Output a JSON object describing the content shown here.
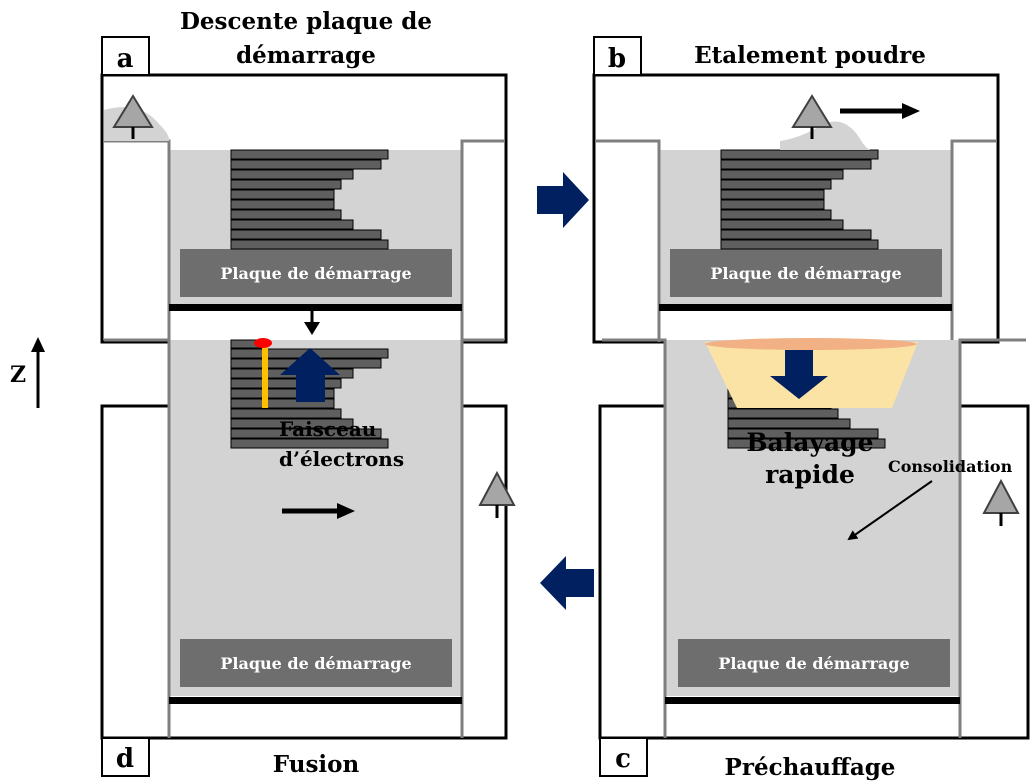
{
  "panels": {
    "a": {
      "letter": "a",
      "title_line1": "Descente plaque de",
      "title_line2": "démarrage",
      "plate": "Plaque de démarrage"
    },
    "b": {
      "letter": "b",
      "title": "Etalement poudre",
      "plate": "Plaque de démarrage"
    },
    "c": {
      "letter": "c",
      "title": "Préchauffage",
      "plate": "Plaque de démarrage",
      "beam_line1": "Balayage",
      "beam_line2": "rapide",
      "consolidation": "Consolidation"
    },
    "d": {
      "letter": "d",
      "title": "Fusion",
      "plate": "Plaque de démarrage",
      "beam_line1": "Faisceau",
      "beam_line2": "d’électrons"
    }
  },
  "axis": {
    "label": "Z"
  },
  "colors": {
    "powder": "#d3d3d3",
    "layers": "#5f5f5f",
    "plate": "#6e6e6e",
    "flow_arrow": "#002060",
    "beam": "#ffc000",
    "preheat_cone": "#fbe3a6",
    "consolidation": "#f2b184",
    "melt_pool": "#ff0000",
    "rake": "#a6a6a6"
  },
  "icons": [
    "rake-icon",
    "flow-arrow-icon",
    "motion-arrow-icon",
    "down-arrow-icon",
    "z-axis-arrow-icon"
  ]
}
